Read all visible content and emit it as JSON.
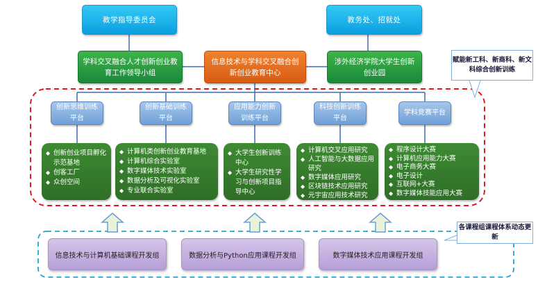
{
  "top": {
    "left": "教学指导委员会",
    "right": "教务处、招就处"
  },
  "middle": {
    "left": "学科交叉融合人才创新创业教育工作领导小组",
    "center": "信息技术与学科交叉融合创新创业教育中心",
    "right": "涉外经济学院大学生创新创业园"
  },
  "platforms": [
    {
      "title": "创新思维训练平台",
      "items": [
        "创新创业项目孵化示范基地",
        "创客工厂",
        "众创空间"
      ]
    },
    {
      "title": "创新基础训练平台",
      "items": [
        "计算机类创新创业教育基地",
        "计算机综合实验室",
        "数字媒体技术实验室",
        "数据分析及可视化实验室",
        "专业联合实验室"
      ]
    },
    {
      "title": "应用能力创新训练平台",
      "items": [
        "大学生创新训练中心",
        "大学生研究性学习与创新项目指导中心"
      ]
    },
    {
      "title": "科技创新训练平台",
      "items": [
        "计算机交叉应用研究",
        "人工智能与大数据应用研究",
        "数字媒体应用研究",
        "区块链技术应用研究",
        "元宇宙应用技术研究"
      ]
    },
    {
      "title": "学科竞赛平台",
      "items": [
        "程序设计大赛",
        "计算机应用能力大赛",
        "电子商务大赛",
        "电子设计",
        "互联网+大赛",
        "数字媒体技能应用大赛"
      ]
    }
  ],
  "courses": [
    "信息技术与计算机基础课程开发组",
    "数据分析与Python应用课程开发组",
    "数字媒体技术应用课程开发组"
  ],
  "callouts": {
    "top": "赋能新工科、新商科、新文科综合创新训练",
    "bottom": "各课程组课程体系动态更新"
  },
  "colors": {
    "red_dash": "#e0191f",
    "blue_dash": "#1aa7d6",
    "connector": "#3f6eb2"
  }
}
